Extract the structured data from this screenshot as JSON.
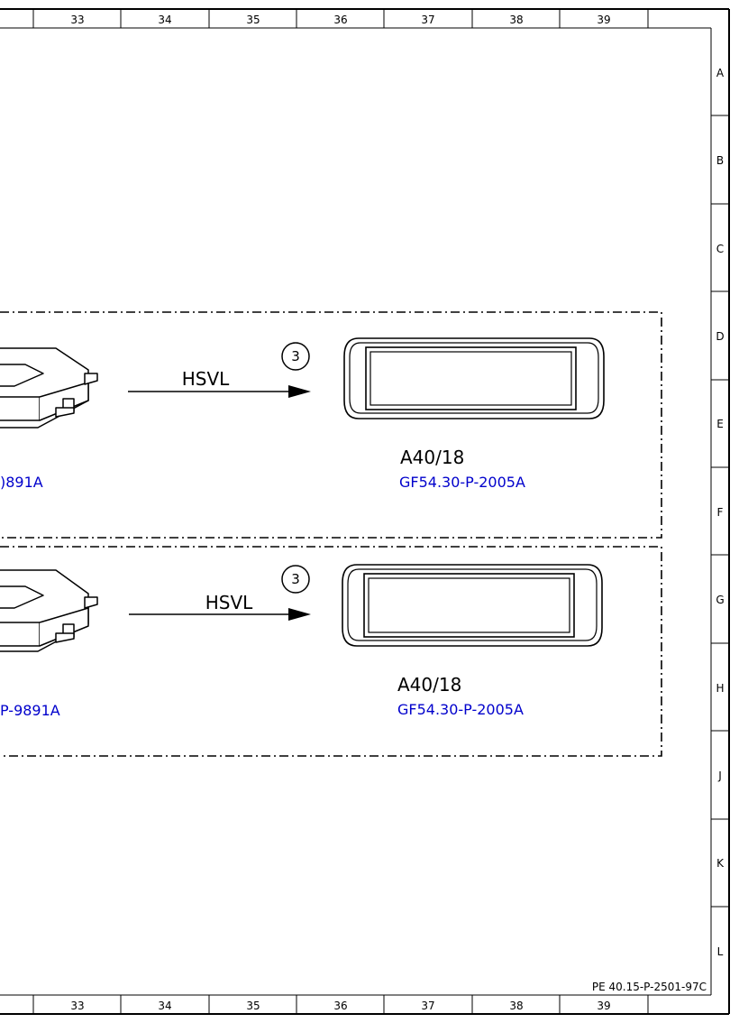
{
  "grid": {
    "columns": [
      "33",
      "34",
      "35",
      "36",
      "37",
      "38",
      "39"
    ],
    "rows": [
      "A",
      "B",
      "C",
      "D",
      "E",
      "F",
      "G",
      "H",
      "J",
      "K",
      "L"
    ]
  },
  "drawing_code": "PE 40.15-P-2501-97C",
  "panels": [
    {
      "signal_label": "HSVL",
      "callout": "3",
      "target_component": "A40/18",
      "target_ref": "GF54.30-P-2005A",
      "source_ref_fragment": ")891A"
    },
    {
      "signal_label": "HSVL",
      "callout": "3",
      "target_component": "A40/18",
      "target_ref": "GF54.30-P-2005A",
      "source_ref_fragment": "P-9891A"
    }
  ],
  "colors": {
    "line": "#000000",
    "reference_link": "#0000cc"
  }
}
